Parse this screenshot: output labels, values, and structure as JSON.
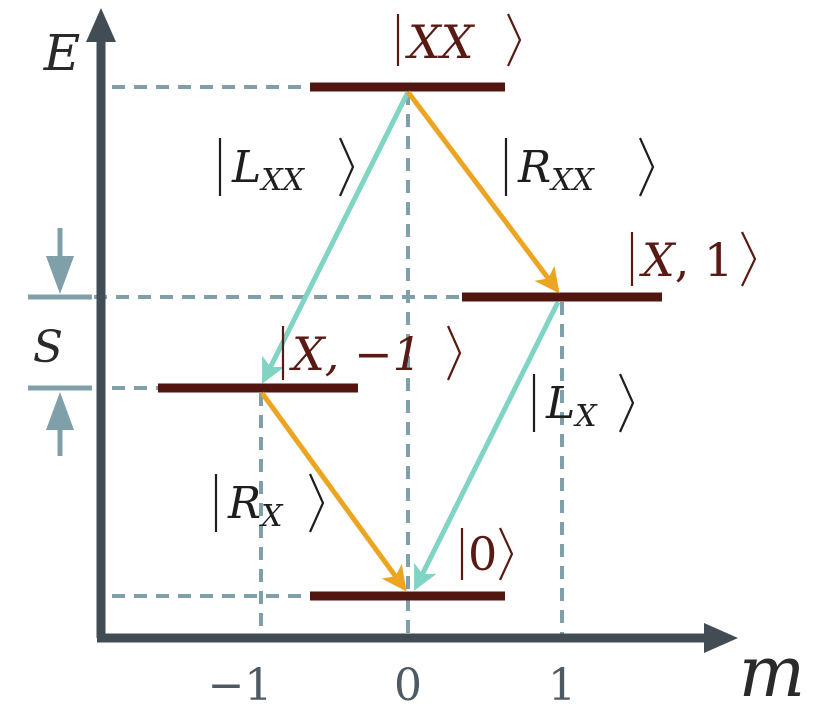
{
  "axes": {
    "y_label": "E",
    "x_label": "m",
    "x_ticks": [
      "−1",
      "0",
      "1"
    ]
  },
  "splitting": {
    "label": "S"
  },
  "levels": [
    {
      "name": "XX",
      "text": "XX",
      "m": 0
    },
    {
      "name": "X1",
      "text": "X, 1",
      "m": 1
    },
    {
      "name": "Xm1",
      "text": "X, −1",
      "m": -1
    },
    {
      "name": "ground",
      "text": "0",
      "m": 0
    }
  ],
  "transitions": [
    {
      "name": "LXX",
      "base": "L",
      "sub": "XX"
    },
    {
      "name": "RXX",
      "base": "R",
      "sub": "XX"
    },
    {
      "name": "RX",
      "base": "R",
      "sub": "X"
    },
    {
      "name": "LX",
      "base": "L",
      "sub": "X"
    }
  ],
  "colors": {
    "axis": "#414c54",
    "guide": "#7fa0a8",
    "level": "#521611",
    "cyan_arrow": "#7fd4c3",
    "orange_arrow": "#eba522"
  }
}
